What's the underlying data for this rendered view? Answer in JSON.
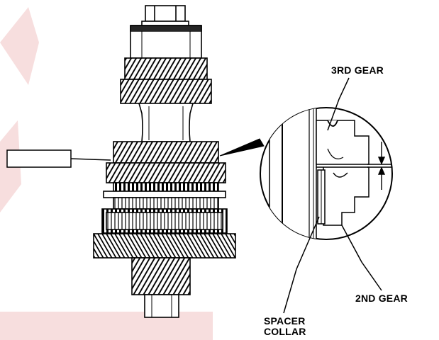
{
  "labels": {
    "third_gear": "3RD GEAR",
    "second_gear": "2ND GEAR",
    "spacer_line1": "SPACER",
    "spacer_line2": "COLLAR"
  },
  "colors": {
    "ink": "#000000",
    "paper": "#ffffff",
    "watermark": "#f7dede"
  }
}
